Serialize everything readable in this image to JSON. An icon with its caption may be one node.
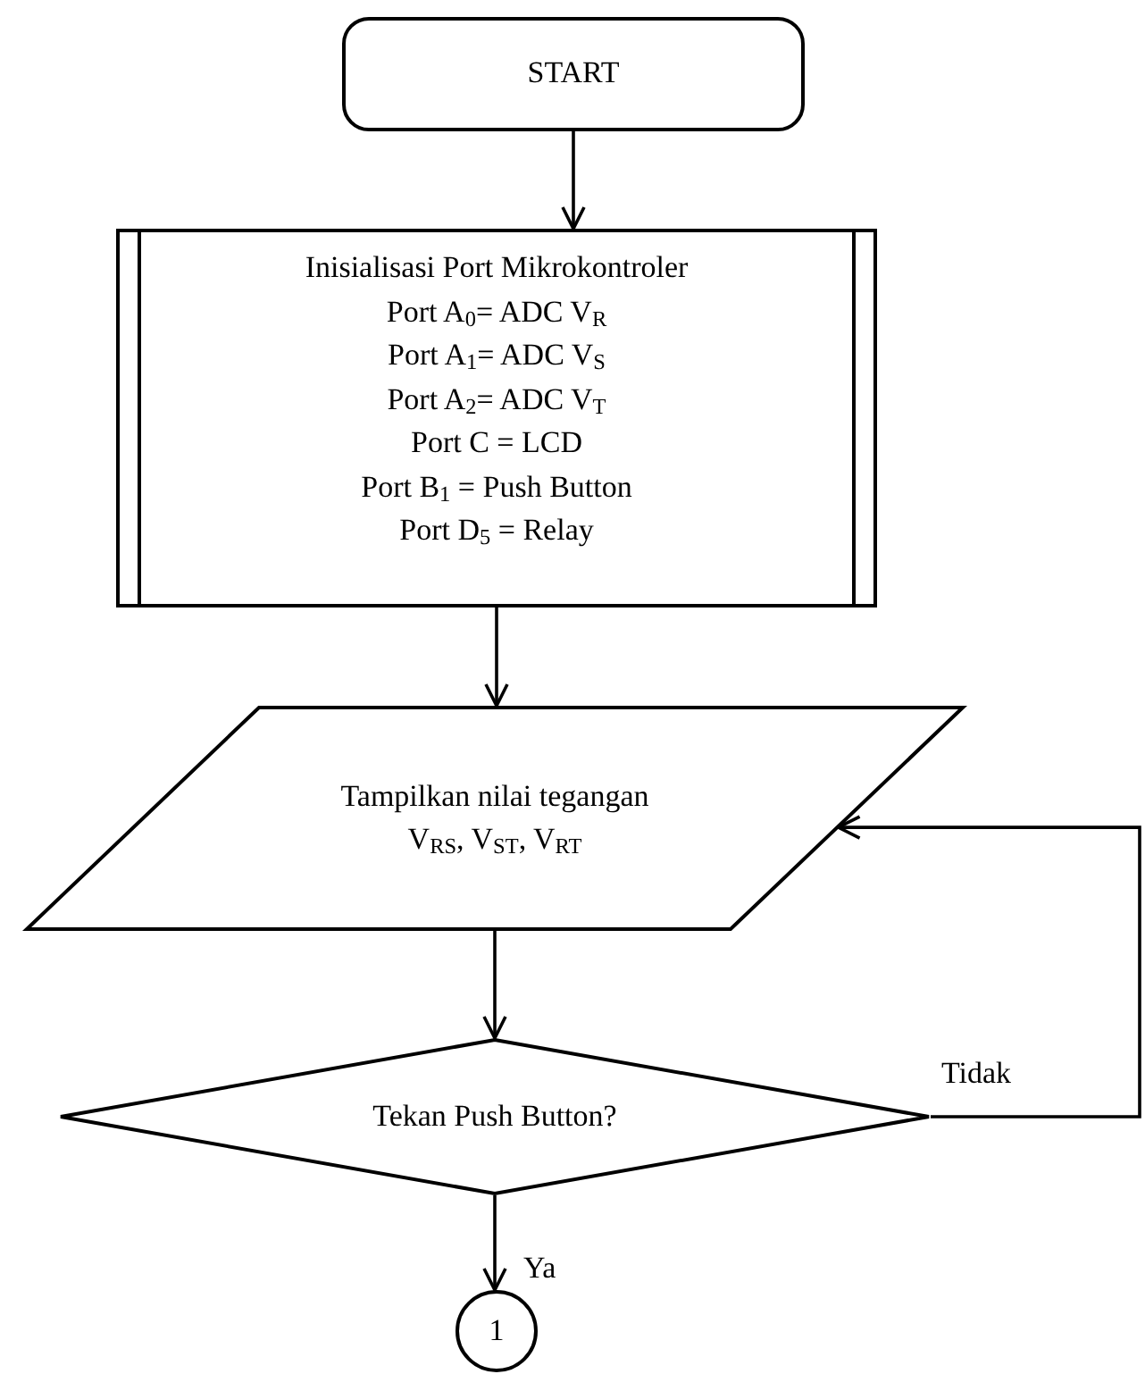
{
  "diagram": {
    "nodes": [
      {
        "text": [
          "START"
        ]
      },
      {
        "text": [
          "Inisialisasi Port Mikrokontroler",
          "Port A$_{0}$= ADC V$_{R}$",
          "Port A$_{1}$= ADC V$_{S}$",
          "Port A$_{2}$= ADC V$_{T}$",
          "Port C = LCD",
          "Port B$_{1}$ = Push Button",
          "Port D$_{5}$ = Relay"
        ]
      },
      {
        "text": [
          "Tampilkan nilai tegangan",
          "V$_{RS}$, V$_{ST}$, V$_{RT}$"
        ]
      },
      {
        "text": [
          "Tekan Push Button?"
        ]
      },
      {
        "text": [
          "1"
        ]
      }
    ],
    "edges": [
      {
        "from": 0,
        "to": 1,
        "arrow": "to"
      },
      {
        "from": 1,
        "to": 2,
        "arrow": "to"
      },
      {
        "from": 2,
        "to": 3,
        "arrow": "to"
      },
      {
        "from": 3,
        "to": 4,
        "label": "Ya",
        "arrow": "to"
      },
      {
        "from": 3,
        "to": 2,
        "label": "Tidak",
        "arrow": "to"
      }
    ]
  }
}
